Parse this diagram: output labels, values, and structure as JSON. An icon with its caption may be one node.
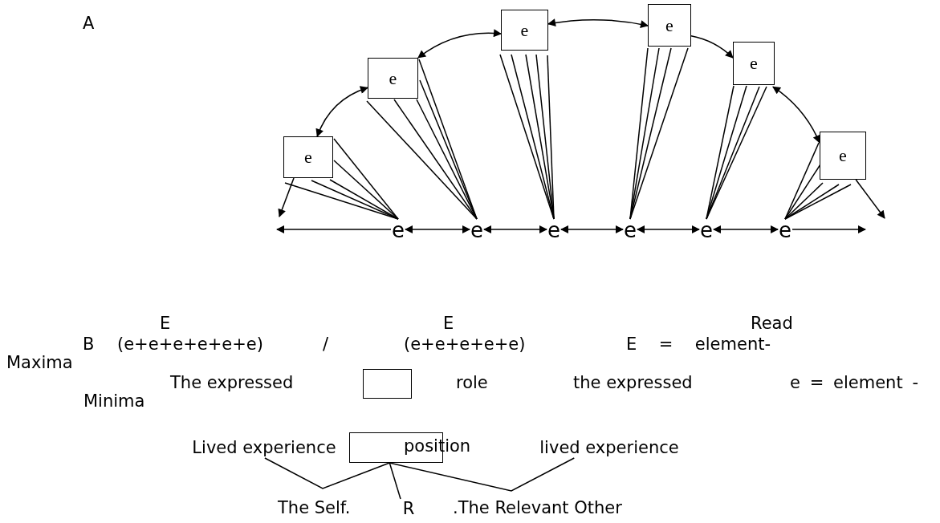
{
  "diagram": {
    "nodes": [
      {
        "text": [
          "e"
        ]
      },
      {
        "text": [
          "e"
        ]
      },
      {
        "text": [
          "e"
        ]
      },
      {
        "text": [
          "e"
        ]
      },
      {
        "text": [
          "e"
        ]
      },
      {
        "text": [
          "e"
        ]
      },
      {
        "text": [
          "e"
        ]
      },
      {
        "text": [
          "e"
        ]
      },
      {
        "text": [
          "e"
        ]
      },
      {
        "text": [
          "e"
        ]
      },
      {
        "text": [
          "e"
        ]
      },
      {
        "text": [
          "e"
        ]
      },
      {
        "text": [],
        "shape": "box"
      },
      {
        "text": [
          "Lived experience"
        ]
      },
      {
        "text": [],
        "shape": "box"
      },
      {
        "text": [
          "lived experience"
        ]
      },
      {
        "text": [
          "R"
        ]
      }
    ],
    "edges": [
      {
        "from": 0,
        "to": 1,
        "arrow": "both"
      },
      {
        "from": 1,
        "to": 2,
        "arrow": "both"
      },
      {
        "from": 2,
        "to": 3,
        "arrow": "both"
      },
      {
        "from": 3,
        "to": 4,
        "arrow": "to"
      },
      {
        "from": 4,
        "to": 5,
        "arrow": "both"
      },
      {
        "from": 0,
        "to": null,
        "arrow": "to"
      },
      {
        "from": 5,
        "to": null,
        "arrow": "to"
      },
      {
        "from": 6,
        "to": null,
        "arrow": "to"
      },
      {
        "from": 6,
        "to": 7,
        "arrow": "both"
      },
      {
        "from": 7,
        "to": 8,
        "arrow": "both"
      },
      {
        "from": 8,
        "to": 9,
        "arrow": "both"
      },
      {
        "from": 9,
        "to": 10,
        "arrow": "both"
      },
      {
        "from": 10,
        "to": 11,
        "arrow": "both"
      },
      {
        "from": 11,
        "to": null,
        "arrow": "to"
      },
      {
        "from": 6,
        "to": 0,
        "arrow": "none"
      },
      {
        "from": 6,
        "to": 0,
        "arrow": "none"
      },
      {
        "from": 6,
        "to": 0,
        "arrow": "none"
      },
      {
        "from": 6,
        "to": 0,
        "arrow": "none"
      },
      {
        "from": 6,
        "to": 0,
        "arrow": "none"
      },
      {
        "from": 7,
        "to": 1,
        "arrow": "none"
      },
      {
        "from": 7,
        "to": 1,
        "arrow": "none"
      },
      {
        "from": 7,
        "to": 1,
        "arrow": "none"
      },
      {
        "from": 7,
        "to": 1,
        "arrow": "none"
      },
      {
        "from": 7,
        "to": 1,
        "arrow": "none"
      },
      {
        "from": 8,
        "to": 2,
        "arrow": "none"
      },
      {
        "from": 8,
        "to": 2,
        "arrow": "none"
      },
      {
        "from": 8,
        "to": 2,
        "arrow": "none"
      },
      {
        "from": 8,
        "to": 2,
        "arrow": "none"
      },
      {
        "from": 8,
        "to": 2,
        "arrow": "none"
      },
      {
        "from": 9,
        "to": 3,
        "arrow": "none"
      },
      {
        "from": 9,
        "to": 3,
        "arrow": "none"
      },
      {
        "from": 9,
        "to": 3,
        "arrow": "none"
      },
      {
        "from": 9,
        "to": 3,
        "arrow": "none"
      },
      {
        "from": 10,
        "to": 4,
        "arrow": "none"
      },
      {
        "from": 10,
        "to": 4,
        "arrow": "none"
      },
      {
        "from": 10,
        "to": 4,
        "arrow": "none"
      },
      {
        "from": 10,
        "to": 4,
        "arrow": "none"
      },
      {
        "from": 11,
        "to": 5,
        "arrow": "none"
      },
      {
        "from": 11,
        "to": 5,
        "arrow": "none"
      },
      {
        "from": 11,
        "to": 5,
        "arrow": "none"
      },
      {
        "from": 11,
        "to": 5,
        "arrow": "none"
      },
      {
        "from": 11,
        "to": 5,
        "arrow": "none"
      },
      {
        "from": 13,
        "to": 14,
        "arrow": "none"
      },
      {
        "from": 14,
        "to": 16,
        "arrow": "none"
      },
      {
        "from": 14,
        "to": 15,
        "arrow": "none"
      }
    ],
    "labels": [
      "A",
      "E",
      "E",
      "Read",
      "B",
      "(e+e+e+e+e+e)",
      "/",
      "(e+e+e+e+e)",
      "E = element-Maxima",
      "The expressed",
      "role",
      "the expressed",
      "e = element -Minima",
      "position",
      "The Self.",
      ".The Relevant Other"
    ]
  }
}
